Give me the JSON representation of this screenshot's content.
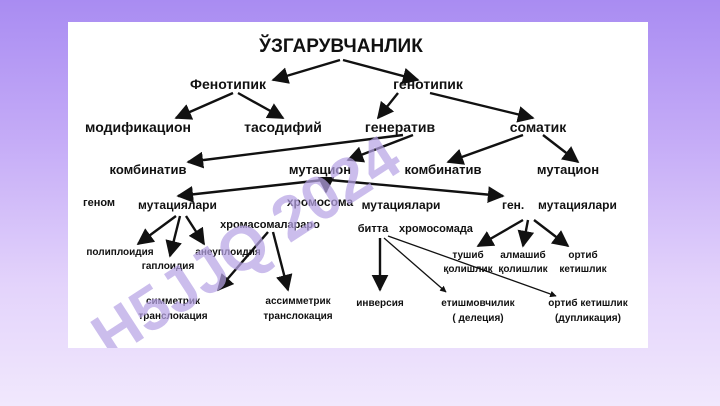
{
  "colors": {
    "background_top": "#a98cf2",
    "background_bottom": "#f1e8fd",
    "watermark": "#b7a3e4"
  },
  "watermark": {
    "text": "H5JJQ 2024"
  },
  "diagram": {
    "title": "ЎЗГАРУВЧАНЛИК",
    "phenotypic": "Фенотипик",
    "genotypic": "генотипик",
    "modification": "модификацион",
    "tasodifiy": "тасодифий",
    "generative": "генератив",
    "somatic": "соматик",
    "combinative_left": "комбинатив",
    "mutational_center": "мутацион",
    "combinative_right": "комбинатив",
    "mutational_right": "мутацион",
    "genome": "геном",
    "mutations_genome": "мутациялари",
    "chromosome": "хромосома",
    "mutations_chromosome": "мутациялари",
    "gene": "ген.",
    "mutations_gene": "мутациялари",
    "polyploidy": "полиплоидия",
    "haploidy": "гаплоидия",
    "aneuploidy": "анеуплоидия",
    "between_chromosomes": "хромасомаларaро",
    "within": "битта",
    "in_chromosome": "хромосомада",
    "fall_out": "тушиб",
    "fall_out_2": "қолишлик",
    "swap": "алмашиб",
    "swap_2": "қолишлик",
    "extra": "ортиб",
    "extra_2": "кетишлик",
    "symmetric": "симметрик",
    "symmetric_2": "транслокация",
    "asymmetric": "ассимметрик",
    "asymmetric_2": "транслокация",
    "inversion": "инверсия",
    "deficiency": "етишмовчилик",
    "deletion": "( делеция)",
    "duplicate": "ортиб кетишлик",
    "duplication": "(дупликация)"
  }
}
